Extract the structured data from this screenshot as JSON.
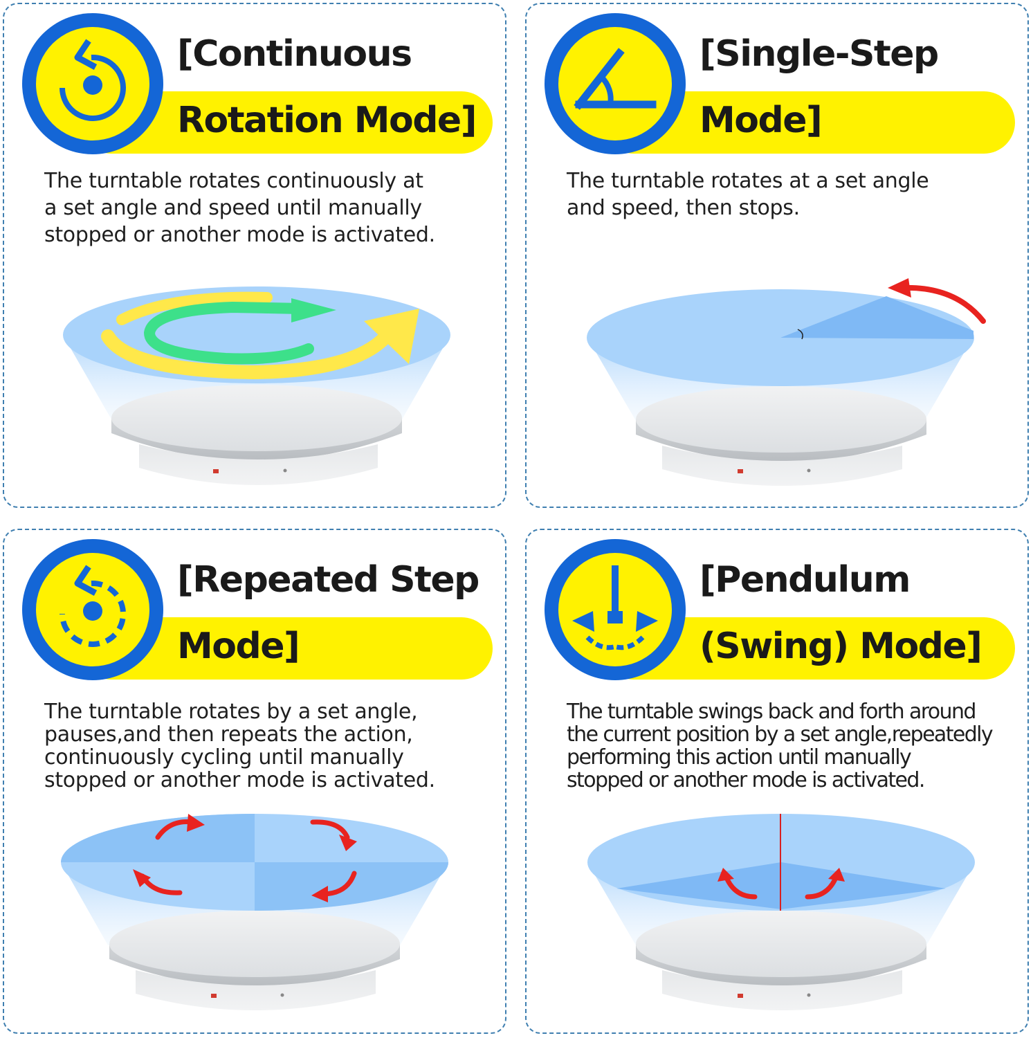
{
  "colors": {
    "badge_blue": "#1466d6",
    "badge_yellow": "#fff200",
    "border": "#3f7fb0",
    "arrow_red": "#e8231f"
  },
  "panels": [
    {
      "title_line1": "[Continuous",
      "title_line2": "Rotation Mode]",
      "icon": "continuous-rotation-icon",
      "description": "The turntable rotates continuously at\na set angle and speed until manually\nstopped or another mode is activated."
    },
    {
      "title_line1": "[Single-Step",
      "title_line2": "Mode]",
      "icon": "angle-icon",
      "description": "The turntable rotates at a set angle\nand speed, then stops."
    },
    {
      "title_line1": "[Repeated Step",
      "title_line2": "Mode]",
      "icon": "repeated-step-icon",
      "description": "The turntable rotates by a set angle,\npauses,and then repeats the action,\ncontinuously cycling until manually\nstopped or another mode is activated."
    },
    {
      "title_line1": "[Pendulum",
      "title_line2": "(Swing) Mode]",
      "icon": "pendulum-icon",
      "description": "The turntable swings back and forth around\nthe current position by a set angle,repeatedly\nperforming this action until manually\nstopped or another mode is activated."
    }
  ]
}
